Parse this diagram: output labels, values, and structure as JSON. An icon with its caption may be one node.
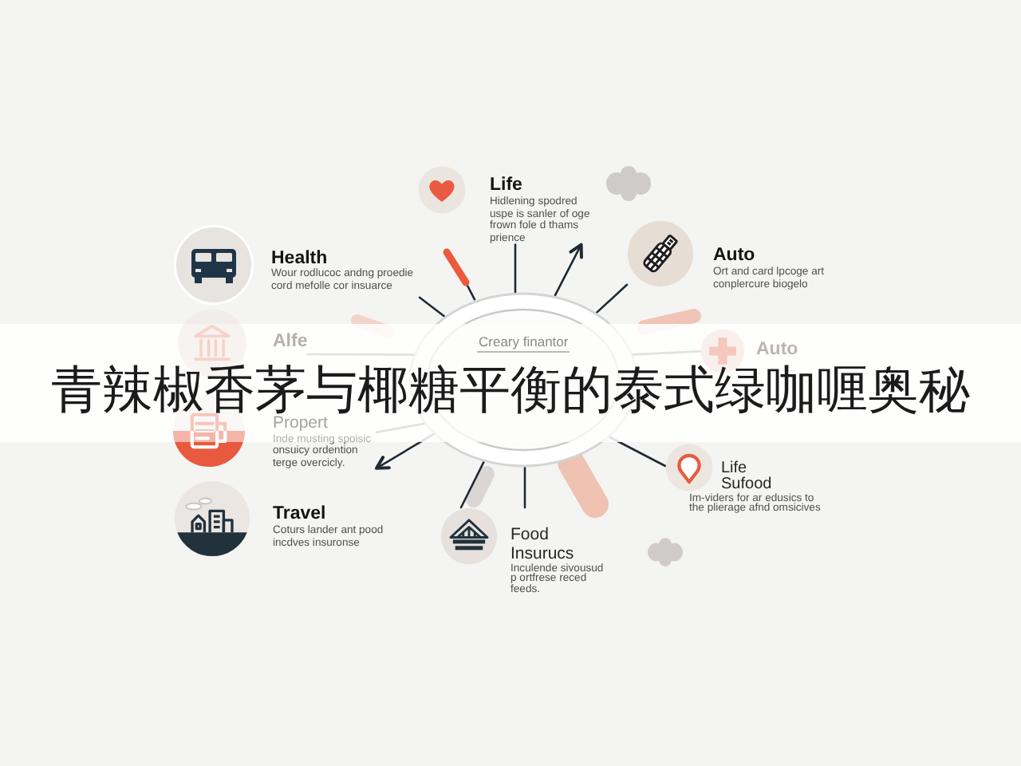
{
  "diagram": {
    "title": "青辣椒香茅与椰糖平衡的泰式绿咖喱奥秘",
    "nodes": [
      {
        "text": [
          "Creary finantor"
        ]
      },
      {
        "text": [
          "Life",
          "Hidlening spodred uspe is sanler of oge frown fole d thams prience"
        ]
      },
      {
        "text": [
          "Health",
          "Wour rodlucoc andng proedie cord mefolle cor insuarce"
        ]
      },
      {
        "text": [
          "Auto",
          "Ort and card lpcoge art conplercure biogelo"
        ]
      },
      {
        "text": [
          "Alfe"
        ]
      },
      {
        "text": [
          "Auto"
        ]
      },
      {
        "text": [
          "Propert",
          "Inde musting spoisic onsuicy ordention terge overcicly."
        ]
      },
      {
        "text": [
          "Travel",
          "Coturs lander ant pood incdves insuronse"
        ]
      },
      {
        "text": [
          "Food Insurucs",
          "Inculende sivousud p ortfrese reced feeds."
        ]
      },
      {
        "text": [
          "Life Sufood",
          "Im-viders for ar edusics to the plierage afnd omsicives"
        ]
      }
    ],
    "edges": [
      {
        "from": 0,
        "to": 1,
        "arrow": "none"
      },
      {
        "from": 0,
        "to": 1,
        "arrow": "to"
      },
      {
        "from": 0,
        "to": 3,
        "arrow": "none"
      },
      {
        "from": 0,
        "to": 5,
        "arrow": "none"
      },
      {
        "from": 0,
        "to": 9,
        "arrow": "none"
      },
      {
        "from": 0,
        "to": 8,
        "arrow": "none"
      },
      {
        "from": 0,
        "to": 8,
        "arrow": "none"
      },
      {
        "from": 0,
        "to": 6,
        "arrow": "to"
      },
      {
        "from": 0,
        "to": 6,
        "arrow": "none"
      },
      {
        "from": 0,
        "to": 4,
        "arrow": "none"
      },
      {
        "from": 0,
        "to": 2,
        "arrow": "none"
      }
    ]
  }
}
